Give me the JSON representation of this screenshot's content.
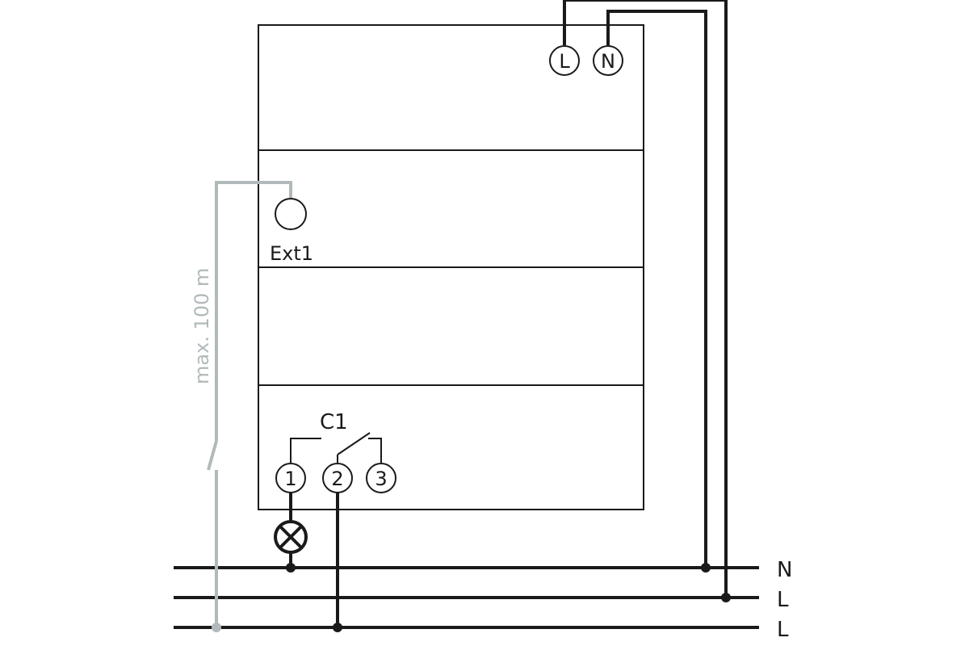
{
  "terminals": {
    "power_l": "L",
    "power_n": "N",
    "c1_1": "1",
    "c1_2": "2",
    "c1_3": "3"
  },
  "labels": {
    "ext_input": "Ext1",
    "contact": "C1",
    "max_length": "max. 100 m"
  },
  "bus_lines": {
    "neutral": "N",
    "line_1": "L",
    "line_2": "L"
  },
  "colors": {
    "wire": "#1a1a1a",
    "ext_wire": "#b2b9bb"
  },
  "icons": {
    "load": "lamp-icon",
    "switch": "push-button-icon"
  }
}
